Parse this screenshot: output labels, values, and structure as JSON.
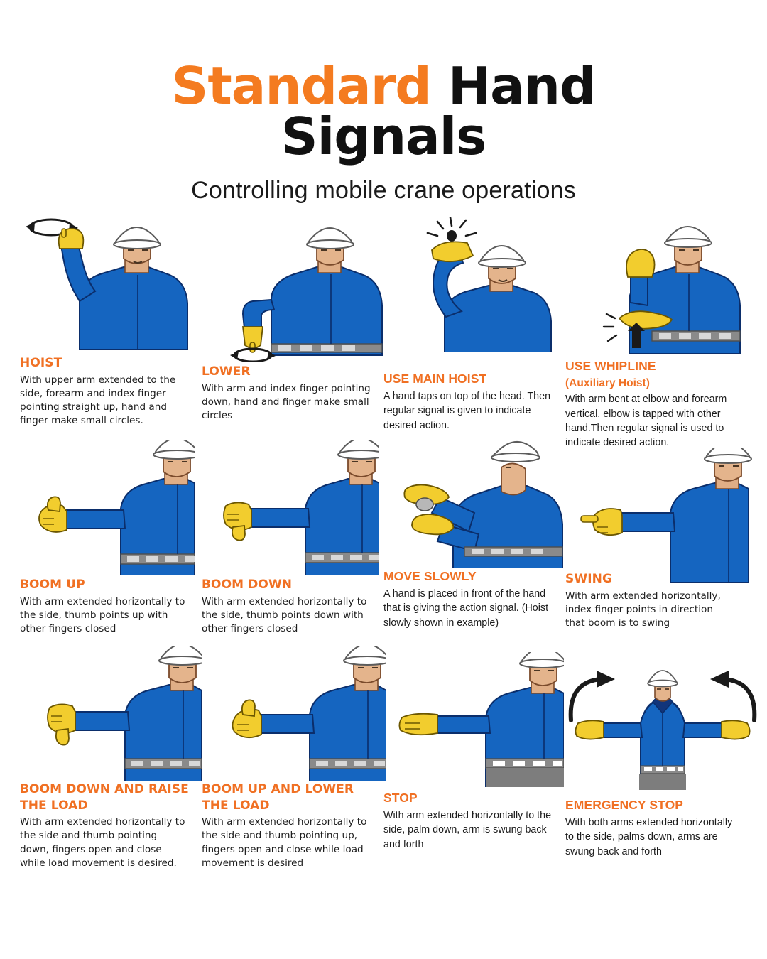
{
  "header": {
    "title_accent": "Standard",
    "title_rest": " Hand Signals",
    "title_line1_accent": "Standard",
    "title_line1_rest": "Hand",
    "title_line2": "Signals",
    "subtitle": "Controlling  mobile crane operations"
  },
  "colors": {
    "accent_orange": "#F07023",
    "title_orange": "#F47B20",
    "shirt_blue": "#1565C0",
    "shirt_blue_dark": "#0D47A1",
    "glove_yellow": "#F2CD2E",
    "glove_yellow_dark": "#D9B321",
    "helmet_white": "#FFFFFF",
    "skin": "#E4B48C",
    "belt_grey": "#8A8A8A",
    "text_black": "#1C1C1C",
    "background": "#FFFFFF"
  },
  "signals": [
    {
      "id": "hoist",
      "title": "HOIST",
      "subtitle": "",
      "body": "With upper arm extended to the side, forearm and index finger pointing straight up, hand and finger make small circles.",
      "figure": "worker-forearm-up-circling",
      "arrow": "circular-arrow-above"
    },
    {
      "id": "lower",
      "title": "LOWER",
      "subtitle": "",
      "body": "With arm and index finger pointing down, hand and finger make small  circles",
      "figure": "worker-arm-down-finger-circling",
      "arrow": "circular-arrow-below"
    },
    {
      "id": "use-main-hoist",
      "title": "USE MAIN HOIST",
      "subtitle": "",
      "body": "A hand taps on top of the head. Then regular signal is given to indicate desired action.",
      "figure": "worker-tapping-head",
      "arrow": "impact-burst-above-head"
    },
    {
      "id": "use-whipline",
      "title": "USE WHIPLINE",
      "subtitle": "(Auxiliary Hoist)",
      "body": "With arm bent at elbow and forearm vertical, elbow is tapped with other hand.Then regular signal is used to indicate desired action.",
      "figure": "worker-tapping-elbow",
      "arrow": "up-arrow-at-elbow"
    },
    {
      "id": "boom-up",
      "title": "BOOM UP",
      "subtitle": "",
      "body": "With arm extended horizontally to the side, thumb points up with other fingers closed",
      "figure": "worker-arm-out-thumb-up",
      "arrow": "none"
    },
    {
      "id": "boom-down",
      "title": "BOOM DOWN",
      "subtitle": "",
      "body": "With arm extended horizontally to the side, thumb points down with other fingers closed",
      "figure": "worker-arm-out-thumb-down",
      "arrow": "none"
    },
    {
      "id": "move-slowly",
      "title": "MOVE SLOWLY",
      "subtitle": "",
      "body": "A hand is placed in front of the hand that is giving the action signal. (Hoist slowly shown in example)",
      "figure": "worker-two-hands-front",
      "arrow": "none"
    },
    {
      "id": "swing",
      "title": "SWING",
      "subtitle": "",
      "body": "With arm extended horizontally, index finger points in direction that boom is to swing",
      "figure": "worker-arm-out-pointing",
      "arrow": "none"
    },
    {
      "id": "boom-down-raise-load",
      "title": "BOOM DOWN AND RAISE THE LOAD",
      "subtitle": "",
      "body": "With arm extended horizontally to the side and thumb pointing down, fingers open and close while load movement is desired.",
      "figure": "worker-arm-out-thumb-down-fingers",
      "arrow": "none"
    },
    {
      "id": "boom-up-lower-load",
      "title": "BOOM UP AND LOWER THE LOAD",
      "subtitle": "",
      "body": "With arm extended horizontally to the side and thumb pointing up, fingers open and close while load movement is desired",
      "figure": "worker-arm-out-thumb-up-fingers",
      "arrow": "none"
    },
    {
      "id": "stop",
      "title": "STOP",
      "subtitle": "",
      "body": "With arm extended horizontally to the side, palm down, arm is swung back and forth",
      "figure": "worker-arm-out-palm-down",
      "arrow": "none"
    },
    {
      "id": "emergency-stop",
      "title": "EMERGENCY STOP",
      "subtitle": "",
      "body": "With both arms extended horizontally to the side, palms down, arms are swung back and forth",
      "figure": "worker-both-arms-out-palms-down",
      "arrow": "curved-arrows-both-sides"
    }
  ]
}
